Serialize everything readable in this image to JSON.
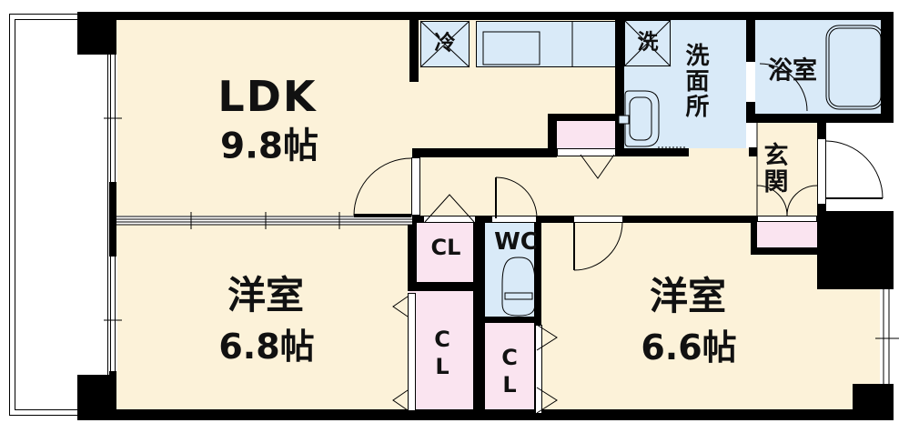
{
  "plan_type": "apartment-floor-plan",
  "rooms": {
    "ldk": {
      "name": "LDK",
      "size": "9.8帖"
    },
    "western_68": {
      "name": "洋室",
      "size": "6.8帖"
    },
    "western_66": {
      "name": "洋室",
      "size": "6.6帖"
    },
    "washroom": {
      "name": "洗面所"
    },
    "bathroom": {
      "name": "浴室"
    },
    "entrance": {
      "name": "玄関"
    },
    "toilet": {
      "name": "WC"
    },
    "closet_hall": {
      "name": "CL"
    },
    "closet_west68": {
      "name": "CL"
    },
    "closet_west66": {
      "name": "CL"
    }
  },
  "fixtures": {
    "refrigerator": {
      "label": "冷"
    },
    "washer": {
      "label": "洗"
    }
  },
  "colors": {
    "room_floor": "#FCF2D9",
    "wet_area": "#D9EAF8",
    "closet": "#FAE4F0",
    "wall": "#000000",
    "background": "#FFFFFF"
  }
}
